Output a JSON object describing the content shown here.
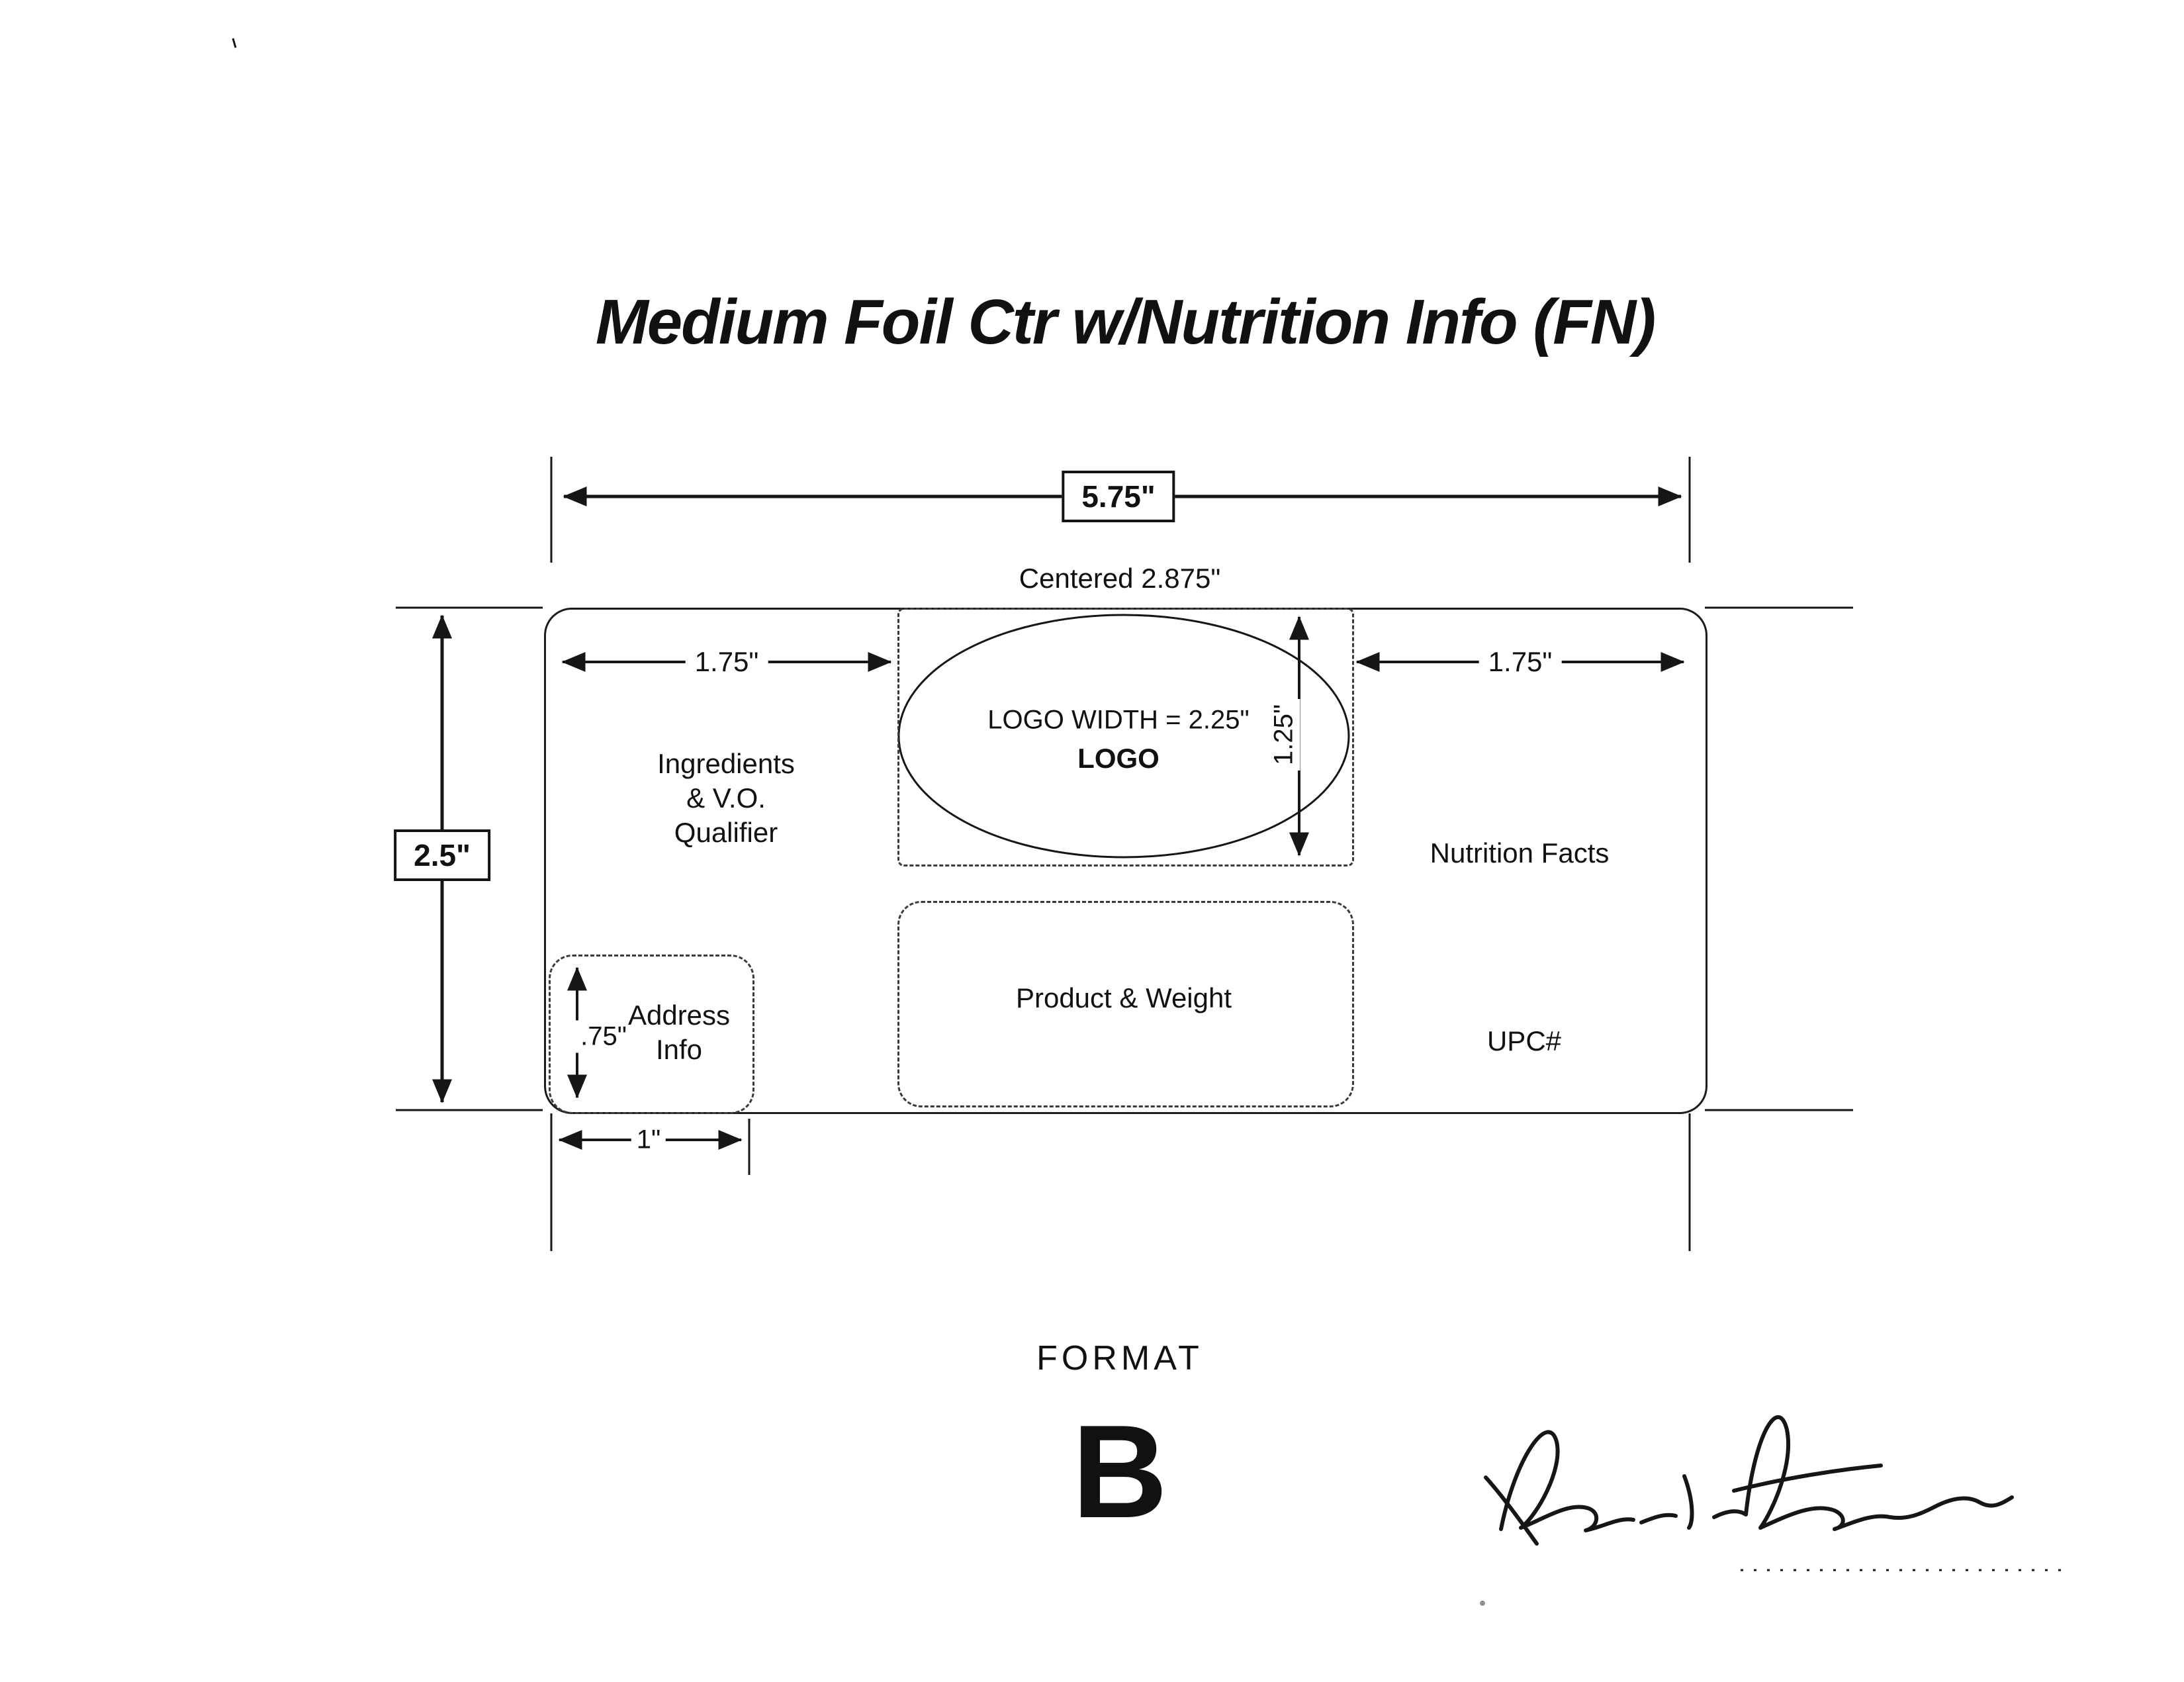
{
  "title": "Medium Foil Ctr w/Nutrition Info (FN)",
  "dims": {
    "total_width": "5.75\"",
    "centered_note": "Centered 2.875\"",
    "total_height": "2.5\"",
    "left_col_width": "1.75\"",
    "right_col_width": "1.75\"",
    "logo_width_note": "LOGO WIDTH = 2.25\"",
    "logo_label": "LOGO",
    "logo_height": "1.25\"",
    "address_height": ".75\"",
    "address_width": "1\""
  },
  "regions": {
    "ingredients_line1": "Ingredients",
    "ingredients_line2": "& V.O.",
    "ingredients_line3": "Qualifier",
    "nutrition": "Nutrition Facts",
    "product": "Product & Weight",
    "address_line1": "Address",
    "address_line2": "Info",
    "upc": "UPC#"
  },
  "footer": {
    "format_label": "FORMAT",
    "format_letter": "B"
  }
}
